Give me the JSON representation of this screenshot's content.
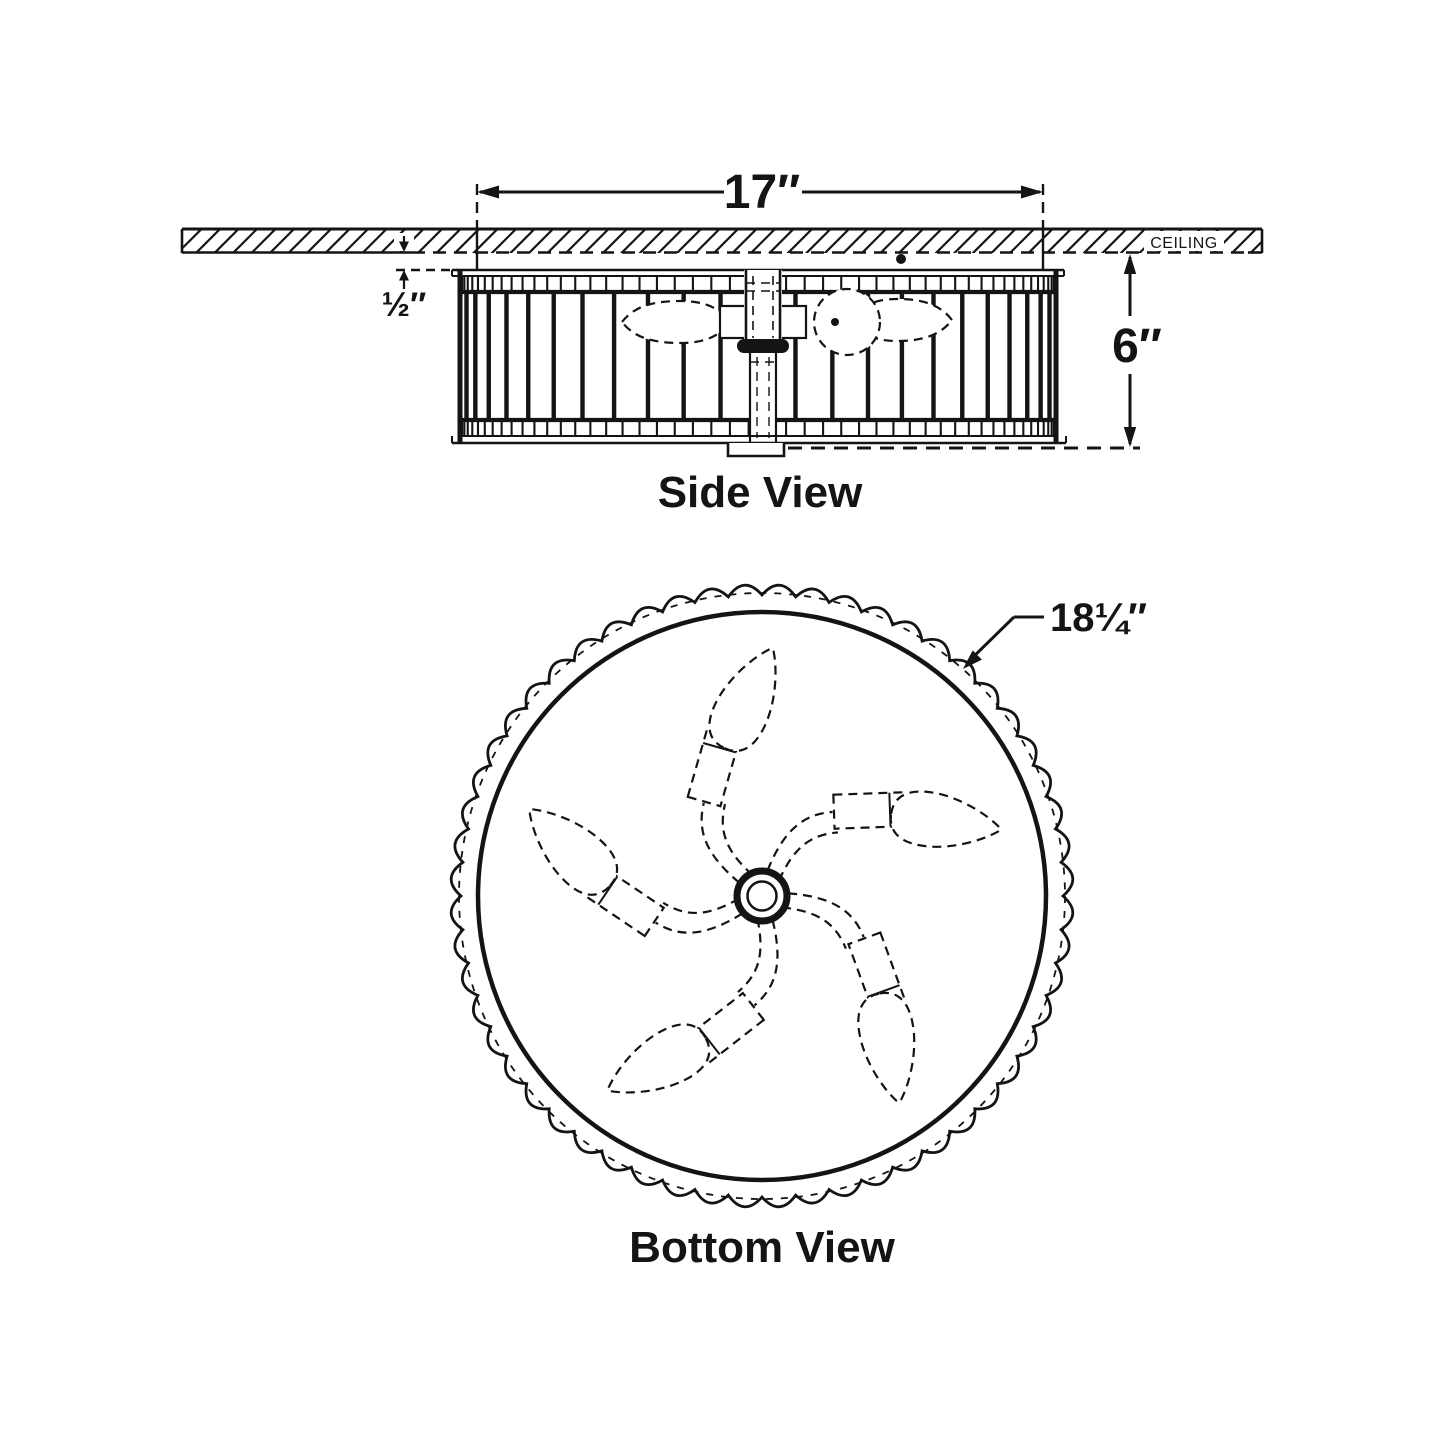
{
  "side_view": {
    "title": "Side View",
    "width_dim": "17″",
    "gap_dim": "½″",
    "height_dim": "6″",
    "ceiling_label": "CEILING"
  },
  "bottom_view": {
    "title": "Bottom View",
    "diameter_dim": "18¼″"
  },
  "style": {
    "ink": "#141414",
    "background": "#ffffff"
  }
}
